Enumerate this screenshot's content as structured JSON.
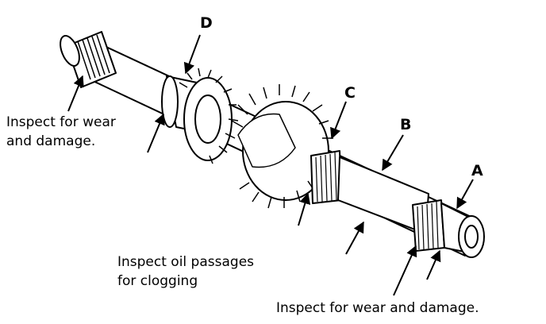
{
  "callouts": {
    "a": "A",
    "b": "B",
    "c": "C",
    "d": "D"
  },
  "notes": {
    "left_line1": "Inspect for wear",
    "left_line2": "and damage.",
    "oil_line1": "Inspect oil passages",
    "oil_line2": "for clogging",
    "bottom": "Inspect for wear and damage."
  },
  "colors": {
    "ink": "#000000",
    "paper": "#ffffff"
  }
}
